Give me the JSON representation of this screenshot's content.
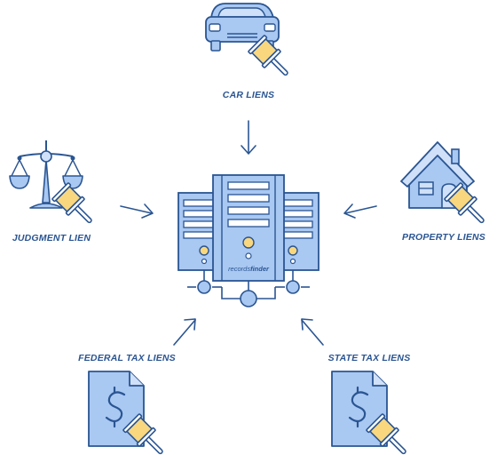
{
  "colors": {
    "stroke": "#2a5592",
    "fill": "#a9c8f2",
    "fill_light": "#cfe0f8",
    "label": "#2a5592",
    "gavel_head": "#f9d77e",
    "white": "#ffffff"
  },
  "labels": {
    "car": "CAR LIENS",
    "judgment": "JUDGMENT LIEN",
    "property": "PROPERTY LIENS",
    "federal": "FEDERAL TAX LIENS",
    "state": "STATE TAX LIENS"
  },
  "server": {
    "brand_light": "records",
    "brand_bold": "finder"
  },
  "icons": {
    "car": "car-icon",
    "judgment": "scales-of-justice-icon",
    "property": "house-icon",
    "federal": "tax-document-icon",
    "state": "tax-document-icon",
    "gavel": "gavel-icon",
    "center": "server-database-icon"
  }
}
